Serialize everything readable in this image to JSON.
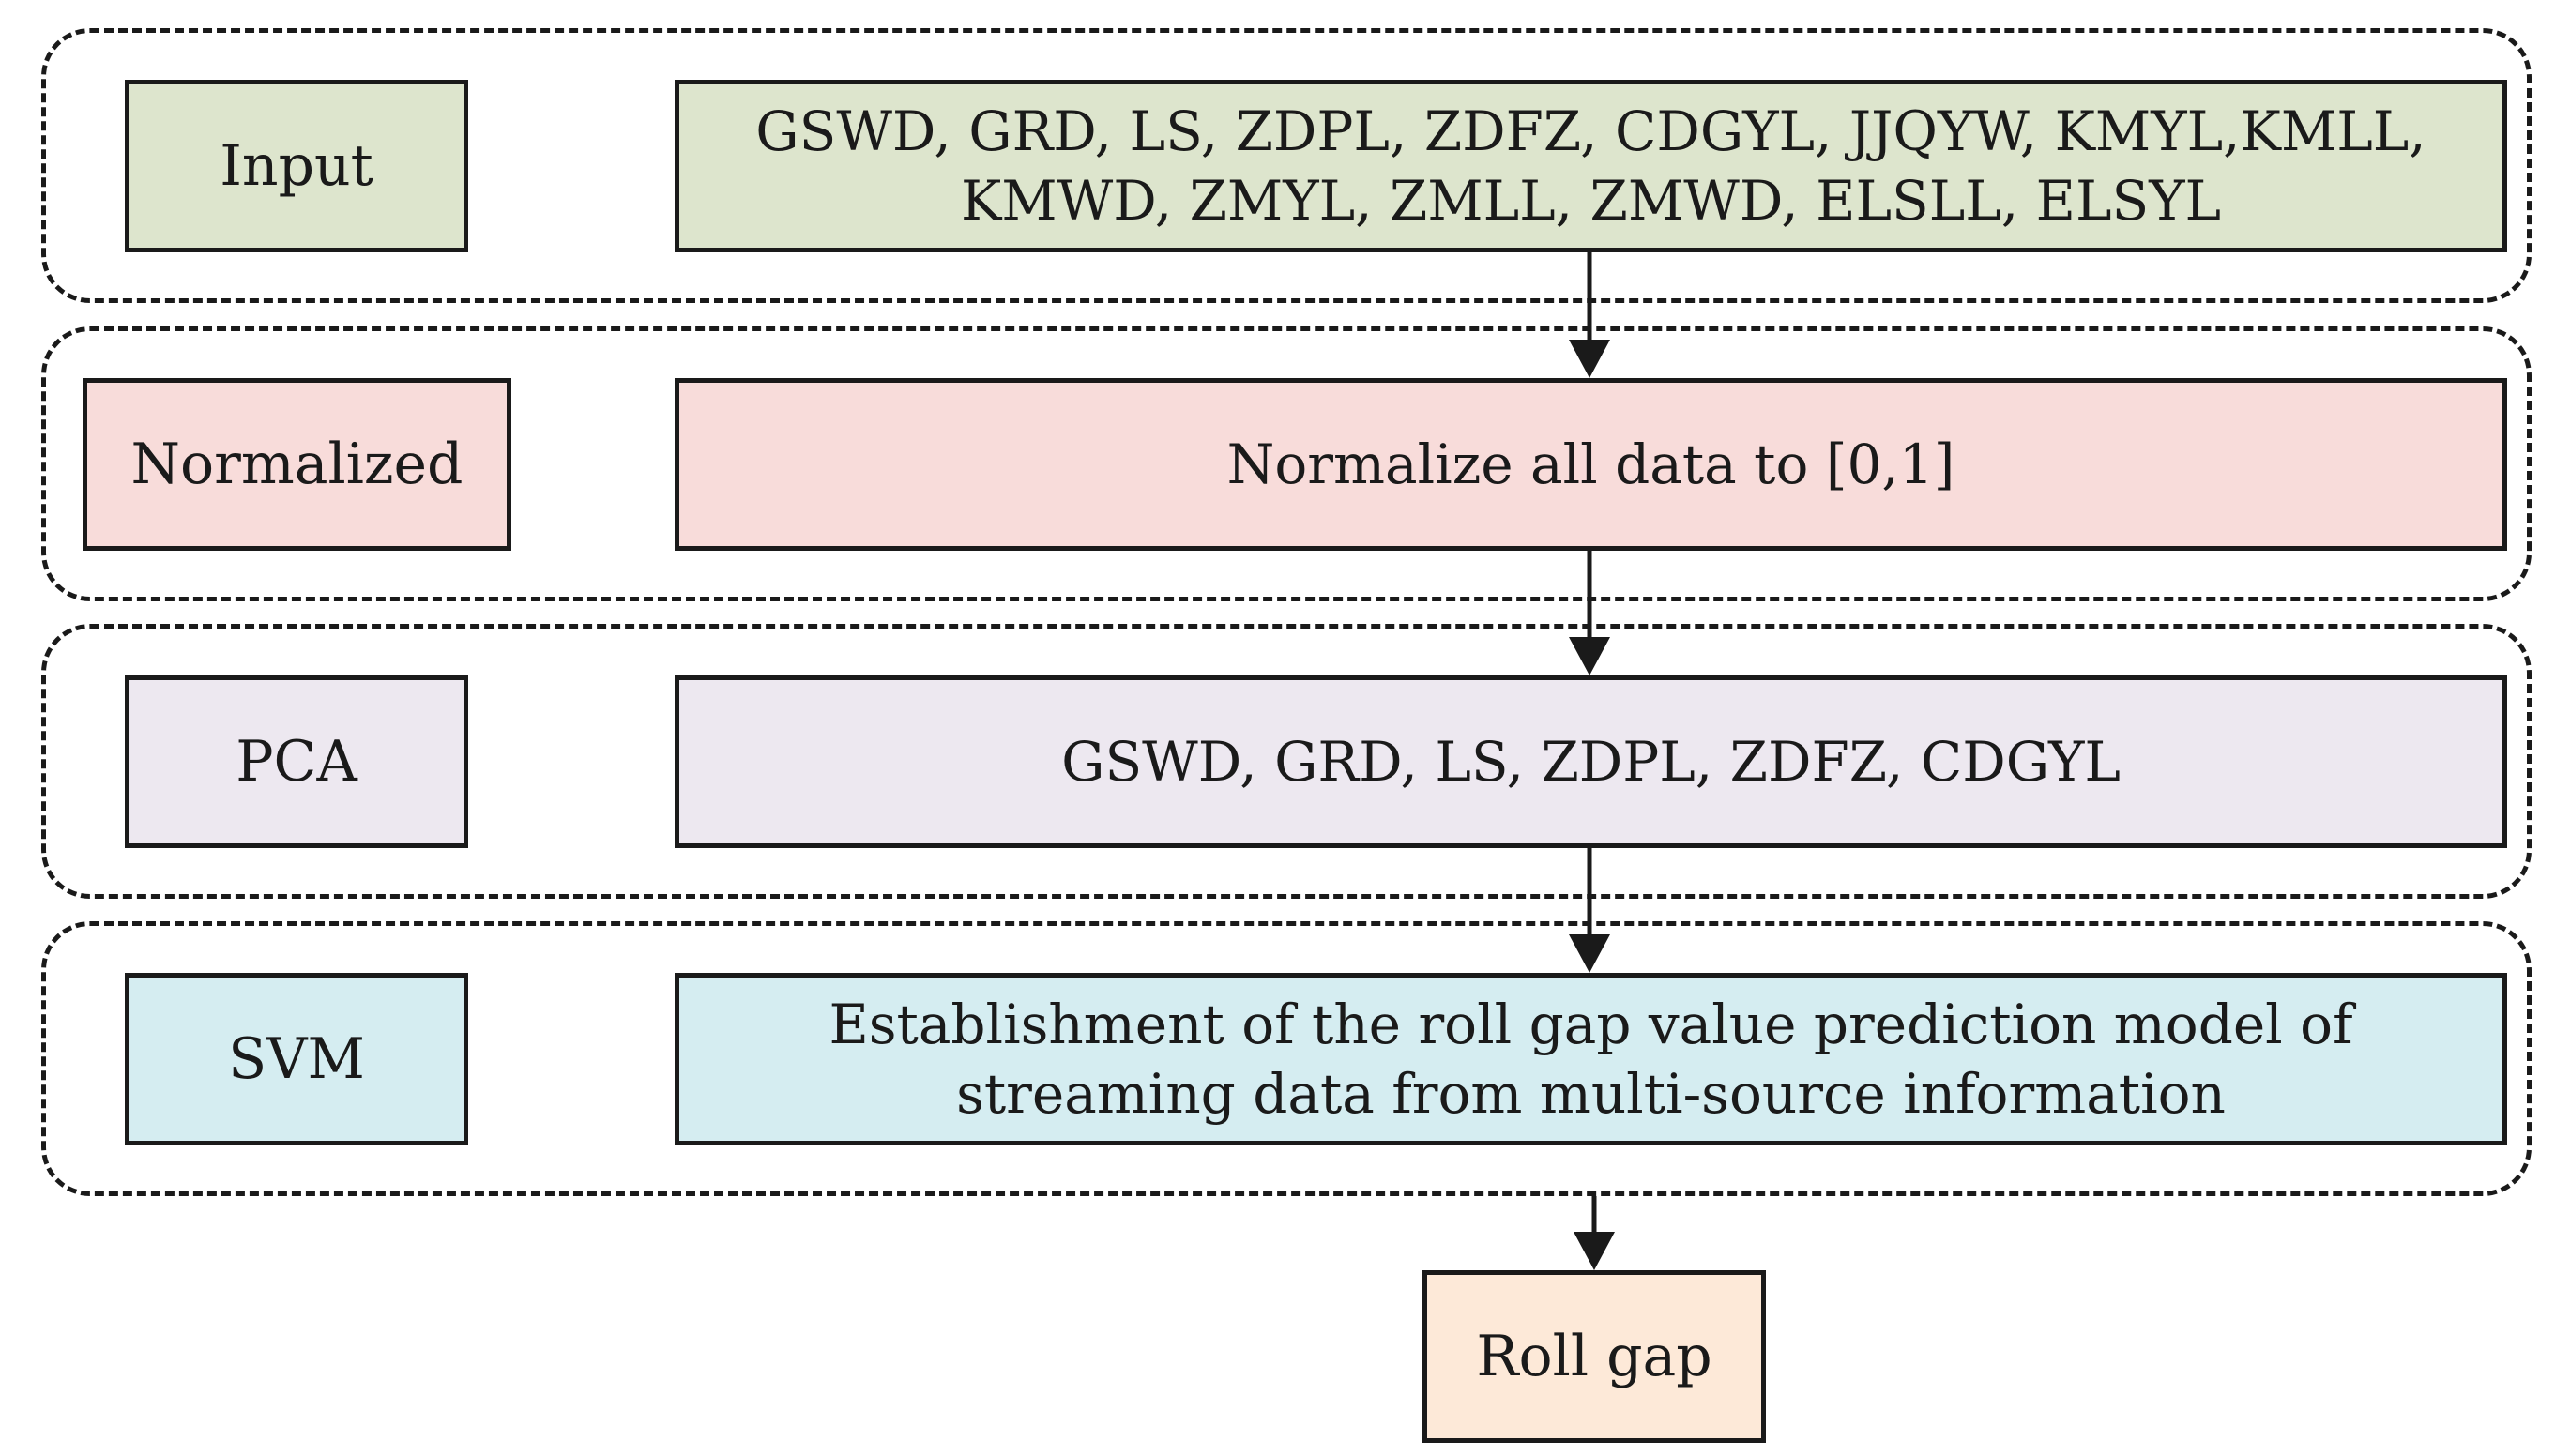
{
  "colors": {
    "input": "#dde5cd",
    "normalized": "#f8dcda",
    "pca": "#ede8f0",
    "svm": "#d5edf1",
    "output": "#fde9d8",
    "stroke": "#1a1a1a"
  },
  "rows": [
    {
      "label": "Input",
      "content": "GSWD, GRD, LS, ZDPL, ZDFZ, CDGYL, JJQYW, KMYL,KMLL, KMWD, ZMYL, ZMLL, ZMWD, ELSLL, ELSYL"
    },
    {
      "label": "Normalized",
      "content": "Normalize all data to [0,1]"
    },
    {
      "label": "PCA",
      "content": "GSWD, GRD, LS, ZDPL, ZDFZ, CDGYL"
    },
    {
      "label": "SVM",
      "content": "Establishment of the roll gap value prediction model of streaming data from multi-source information"
    }
  ],
  "output": {
    "label": "Roll gap"
  }
}
